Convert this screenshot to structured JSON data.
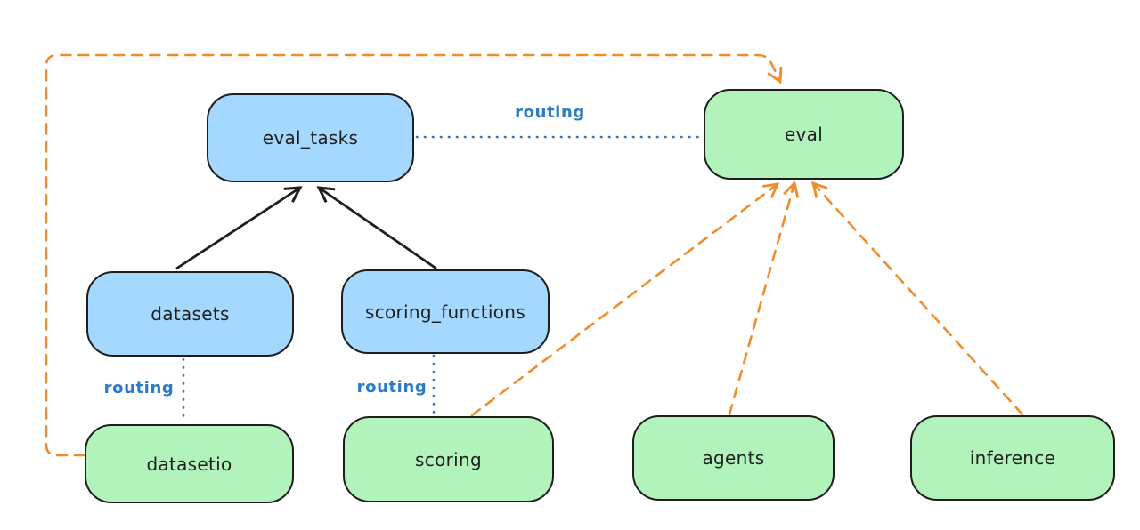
{
  "diagram": {
    "type": "architecture-diagram",
    "background": "#ffffff",
    "nodes": {
      "eval_tasks": {
        "label": "eval_tasks",
        "color": "#a5d8ff"
      },
      "eval": {
        "label": "eval",
        "color": "#b2f2bb"
      },
      "datasets": {
        "label": "datasets",
        "color": "#a5d8ff"
      },
      "scoring_functions": {
        "label": "scoring_functions",
        "color": "#a5d8ff"
      },
      "datasetio": {
        "label": "datasetio",
        "color": "#b2f2bb"
      },
      "scoring": {
        "label": "scoring",
        "color": "#b2f2bb"
      },
      "agents": {
        "label": "agents",
        "color": "#b2f2bb"
      },
      "inference": {
        "label": "inference",
        "color": "#b2f2bb"
      }
    },
    "edge_labels": {
      "eval_routing": "routing",
      "datasetio_routing": "routing",
      "scoring_routing": "routing"
    },
    "edges": [
      {
        "from": "datasets",
        "to": "eval_tasks",
        "style": "solid",
        "arrow": true,
        "color": "#1e1e1e"
      },
      {
        "from": "scoring_functions",
        "to": "eval_tasks",
        "style": "solid",
        "arrow": true,
        "color": "#1e1e1e"
      },
      {
        "from": "eval_tasks",
        "to": "eval",
        "style": "dotted",
        "arrow": false,
        "label": "routing",
        "color": "#2d7bc4"
      },
      {
        "from": "datasets",
        "to": "datasetio",
        "style": "dotted",
        "arrow": false,
        "label": "routing",
        "color": "#2d7bc4"
      },
      {
        "from": "scoring_functions",
        "to": "scoring",
        "style": "dotted",
        "arrow": false,
        "label": "routing",
        "color": "#2d7bc4"
      },
      {
        "from": "datasetio",
        "to": "eval",
        "style": "dashed",
        "arrow": true,
        "color": "#ef8d2c",
        "route": "around-left-and-top"
      },
      {
        "from": "scoring",
        "to": "eval",
        "style": "dashed",
        "arrow": true,
        "color": "#ef8d2c"
      },
      {
        "from": "agents",
        "to": "eval",
        "style": "dashed",
        "arrow": true,
        "color": "#ef8d2c"
      },
      {
        "from": "inference",
        "to": "eval",
        "style": "dashed",
        "arrow": true,
        "color": "#ef8d2c"
      }
    ],
    "colors": {
      "node_blue": "#a5d8ff",
      "node_green": "#b2f2bb",
      "stroke": "#1e1e1e",
      "routing_blue": "#2d7bc4",
      "orange": "#ef8d2c"
    }
  }
}
